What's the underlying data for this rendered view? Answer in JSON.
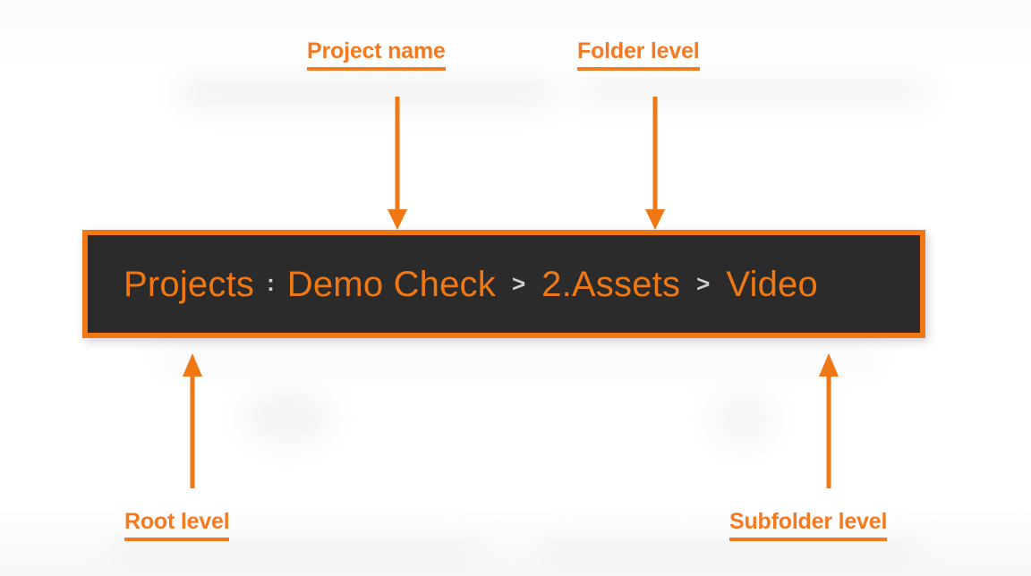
{
  "colors": {
    "accent_orange": "#f07814",
    "label_orange": "#f5791f",
    "bar_background": "#2b2b2b",
    "separator_gray": "#cfcfcf",
    "page_background": "#ffffff"
  },
  "breadcrumb": {
    "root": "Projects",
    "colon_separator": ":",
    "chevron_separator": ">",
    "items": [
      {
        "label": "Projects",
        "role": "root-level"
      },
      {
        "label": "Demo Check",
        "role": "project-name"
      },
      {
        "label": "2.Assets",
        "role": "folder-level"
      },
      {
        "label": "Video",
        "role": "subfolder-level"
      }
    ]
  },
  "annotations": [
    {
      "id": "project-name",
      "text": "Project name",
      "direction": "down",
      "target": "Demo Check"
    },
    {
      "id": "folder-level",
      "text": "Folder level",
      "direction": "down",
      "target": "2.Assets"
    },
    {
      "id": "root-level",
      "text": "Root level",
      "direction": "up",
      "target": "Projects"
    },
    {
      "id": "subfolder-level",
      "text": "Subfolder level",
      "direction": "up",
      "target": "Video"
    }
  ]
}
